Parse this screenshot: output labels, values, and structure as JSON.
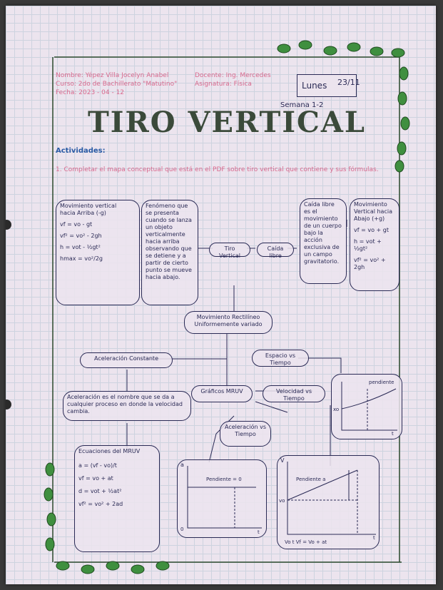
{
  "header": {
    "nombre": "Nombre: Yépez Villa Jocelyn Anabel",
    "curso": "Curso: 2do de Bachillerato \"Matutino\"",
    "fecha": "Fecha: 2023 - 04 - 12",
    "docente": "Docente: Ing. Mercedes",
    "asignatura": "Asignatura: Física",
    "dia": "Lunes",
    "fecha_num": "23/11",
    "semana": "Semana 1-2"
  },
  "title": "TIRO VERTICAL",
  "activities_heading": "Actividades:",
  "instruction": "1. Completar el mapa conceptual que está en el PDF sobre tiro vertical que contiene y sus fórmulas.",
  "nodes": {
    "up": [
      "Movimiento vertical",
      "hacia Arriba (-g)",
      "vf = vo - gt",
      "vf² = vo² - 2gh",
      "h = vot - ½gt²",
      "hmax = vo²/2g"
    ],
    "def": "Fenómeno que se presenta cuando se lanza un objeto verticalmente hacia arriba observando que se detiene y a partir de cierto punto se mueve hacia abajo.",
    "tiro": "Tiro Vertical",
    "caida": "Caída libre",
    "caida_def": "Caída libre es el movimiento de un cuerpo bajo la acción exclusiva de un campo gravitatorio.",
    "down": [
      "Movimiento",
      "Vertical hacia",
      "Abajo (+g)",
      "vf = vo + gt",
      "h = vot + ½gt²",
      "vf² = vo² + 2gh"
    ],
    "mruv": "Movimiento Rectilíneo Uniformemente variado",
    "aceleracion": "Aceleración Constante",
    "acel_def": "Aceleración es el nombre que se da a cualquier proceso en donde la velocidad cambia.",
    "graficos": "Gráficos MRUV",
    "espacio": "Espacio vs Tiempo",
    "velocidad": "Velocidad vs Tiempo",
    "acel_tiempo": "Aceleración vs Tiempo",
    "ecuaciones": [
      "Ecuaciones del MRUV",
      "a = (vf - vo)/t",
      "vf = vo + at",
      "d = vot + ½at²",
      "vf² = vo² + 2ad"
    ]
  },
  "graphs": {
    "pos": {
      "y": "xo",
      "curve_label": "pendiente",
      "x0": "xo",
      "tick": "t"
    },
    "acc": {
      "y": "a",
      "line_label": "Pendiente = 0",
      "origin": "0",
      "t": "t"
    },
    "vel": {
      "y": "V",
      "vo": "vo",
      "label": "Pendiente a",
      "formula": "Vo t Vf = Vo + at",
      "t": "t"
    }
  }
}
